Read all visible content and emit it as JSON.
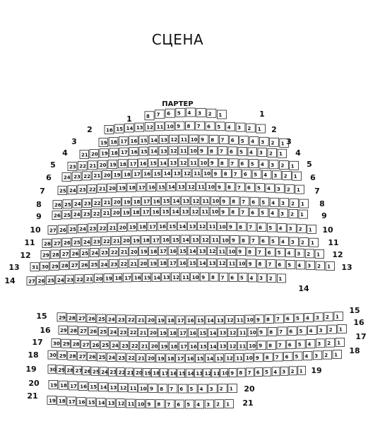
{
  "stage_label": "СЦЕНА",
  "section_label": "ПАРТЕР",
  "rows": [
    {
      "row": "1",
      "seats": [
        1,
        2,
        3,
        4,
        5,
        6,
        7,
        8
      ]
    },
    {
      "row": "2",
      "seats": [
        1,
        2,
        3,
        4,
        5,
        6,
        7,
        8,
        9,
        10,
        11,
        12,
        13,
        14,
        15,
        16
      ]
    },
    {
      "row": "3",
      "seats": [
        1,
        2,
        3,
        4,
        5,
        6,
        7,
        8,
        9,
        10,
        11,
        12,
        13,
        14,
        15,
        16,
        17,
        18,
        19
      ]
    },
    {
      "row": "4",
      "seats": [
        1,
        2,
        3,
        4,
        5,
        6,
        7,
        8,
        9,
        10,
        11,
        12,
        13,
        14,
        15,
        16,
        17,
        18,
        19,
        20,
        21
      ]
    },
    {
      "row": "5",
      "seats": [
        1,
        2,
        3,
        4,
        5,
        6,
        7,
        8,
        9,
        10,
        11,
        12,
        13,
        14,
        15,
        16,
        17,
        18,
        19,
        20,
        21,
        22,
        23
      ]
    },
    {
      "row": "6",
      "seats": [
        1,
        2,
        3,
        4,
        5,
        6,
        7,
        8,
        9,
        10,
        11,
        12,
        13,
        14,
        15,
        16,
        17,
        18,
        19,
        20,
        21,
        22,
        23,
        24
      ]
    },
    {
      "row": "7",
      "seats": [
        1,
        2,
        3,
        4,
        5,
        6,
        7,
        8,
        9,
        10,
        11,
        12,
        13,
        14,
        15,
        16,
        17,
        18,
        19,
        20,
        21,
        22,
        23,
        24,
        25
      ]
    },
    {
      "row": "8",
      "seats": [
        1,
        2,
        3,
        4,
        5,
        6,
        7,
        8,
        9,
        10,
        11,
        12,
        13,
        14,
        15,
        16,
        17,
        18,
        19,
        20,
        21,
        22,
        23,
        24,
        25,
        26
      ]
    },
    {
      "row": "9",
      "seats": [
        1,
        2,
        3,
        4,
        5,
        6,
        7,
        8,
        9,
        10,
        11,
        12,
        13,
        14,
        15,
        16,
        17,
        18,
        19,
        20,
        21,
        22,
        23,
        24,
        25,
        26
      ]
    },
    {
      "row": "10",
      "seats": [
        1,
        2,
        3,
        4,
        5,
        6,
        7,
        8,
        9,
        10,
        11,
        12,
        13,
        14,
        15,
        16,
        17,
        18,
        19,
        20,
        21,
        22,
        23,
        24,
        25,
        26,
        27
      ]
    },
    {
      "row": "11",
      "seats": [
        1,
        2,
        3,
        4,
        5,
        6,
        7,
        8,
        9,
        10,
        11,
        12,
        13,
        14,
        15,
        16,
        17,
        18,
        19,
        20,
        21,
        22,
        23,
        24,
        25,
        26,
        27,
        28
      ]
    },
    {
      "row": "12",
      "seats": [
        1,
        2,
        3,
        4,
        5,
        6,
        7,
        8,
        9,
        10,
        11,
        12,
        13,
        14,
        15,
        16,
        17,
        18,
        19,
        20,
        21,
        22,
        23,
        24,
        25,
        26,
        27,
        28,
        29
      ]
    },
    {
      "row": "13",
      "seats": [
        1,
        2,
        3,
        4,
        5,
        6,
        7,
        8,
        9,
        10,
        11,
        12,
        13,
        14,
        15,
        16,
        17,
        18,
        19,
        20,
        21,
        22,
        23,
        24,
        25,
        26,
        27,
        28,
        29,
        30,
        31
      ]
    },
    {
      "row": "14",
      "seats": [
        1,
        2,
        3,
        4,
        5,
        6,
        7,
        8,
        9,
        10,
        11,
        12,
        13,
        14,
        15,
        16,
        17,
        18,
        19,
        20,
        21,
        22,
        23,
        24,
        25,
        26,
        27
      ]
    },
    {
      "row": "15",
      "seats": [
        1,
        2,
        3,
        4,
        5,
        6,
        7,
        8,
        9,
        10,
        11,
        12,
        13,
        14,
        15,
        16,
        17,
        18,
        19,
        20,
        21,
        22,
        23,
        24,
        25,
        26,
        27,
        28,
        29
      ]
    },
    {
      "row": "16",
      "seats": [
        1,
        2,
        3,
        4,
        5,
        6,
        7,
        8,
        9,
        10,
        11,
        12,
        13,
        14,
        15,
        16,
        17,
        18,
        19,
        20,
        21,
        22,
        23,
        24,
        25,
        26,
        27,
        28,
        29
      ]
    },
    {
      "row": "17",
      "seats": [
        1,
        2,
        3,
        4,
        5,
        6,
        7,
        8,
        9,
        10,
        11,
        12,
        13,
        14,
        15,
        16,
        17,
        18,
        19,
        20,
        21,
        22,
        23,
        24,
        25,
        26,
        27,
        28,
        29,
        30
      ]
    },
    {
      "row": "18",
      "seats": [
        1,
        2,
        3,
        4,
        5,
        6,
        7,
        8,
        9,
        10,
        11,
        12,
        13,
        14,
        15,
        16,
        17,
        18,
        19,
        20,
        21,
        22,
        23,
        24,
        25,
        26,
        27,
        28,
        29,
        30
      ]
    },
    {
      "row": "19",
      "seats": [
        1,
        2,
        3,
        4,
        5,
        6,
        7,
        8,
        9,
        10,
        11,
        12,
        13,
        14,
        15,
        16,
        17,
        18,
        19,
        20,
        21,
        22,
        23,
        24,
        25,
        26,
        27,
        28,
        29,
        30
      ]
    },
    {
      "row": "20",
      "seats": [
        1,
        2,
        3,
        4,
        5,
        6,
        7,
        8,
        9,
        10,
        11,
        12,
        13,
        14,
        15,
        16,
        17,
        18,
        19
      ]
    },
    {
      "row": "21",
      "seats": [
        1,
        2,
        3,
        4,
        5,
        6,
        7,
        8,
        9,
        10,
        11,
        12,
        13,
        14,
        15,
        16,
        17,
        18,
        19
      ]
    }
  ]
}
